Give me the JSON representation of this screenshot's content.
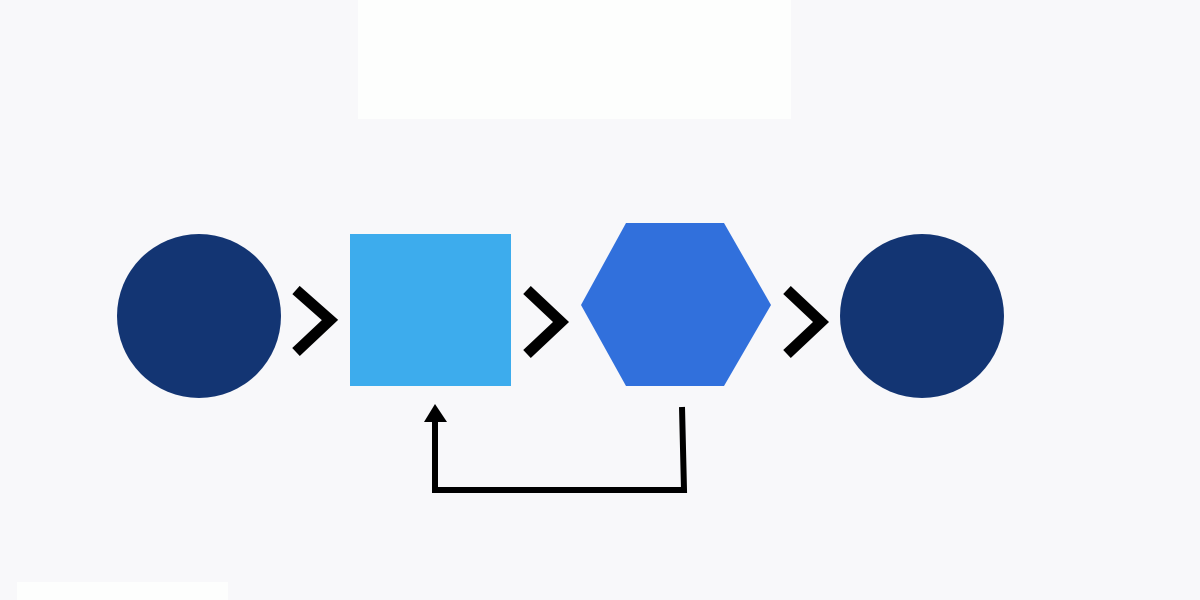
{
  "colors": {
    "background": "#f8f8fa",
    "dark_node": "#133573",
    "square_node": "#3daced",
    "hexagon_node": "#3170dc",
    "connector": "#000000"
  },
  "nodes": [
    {
      "id": "start",
      "shape": "circle"
    },
    {
      "id": "step-1",
      "shape": "square"
    },
    {
      "id": "step-2",
      "shape": "hexagon"
    },
    {
      "id": "end",
      "shape": "circle"
    }
  ],
  "edges": [
    {
      "from": "start",
      "to": "step-1"
    },
    {
      "from": "step-1",
      "to": "step-2"
    },
    {
      "from": "step-2",
      "to": "end"
    },
    {
      "from": "step-2",
      "to": "step-1",
      "type": "feedback-loop"
    }
  ]
}
